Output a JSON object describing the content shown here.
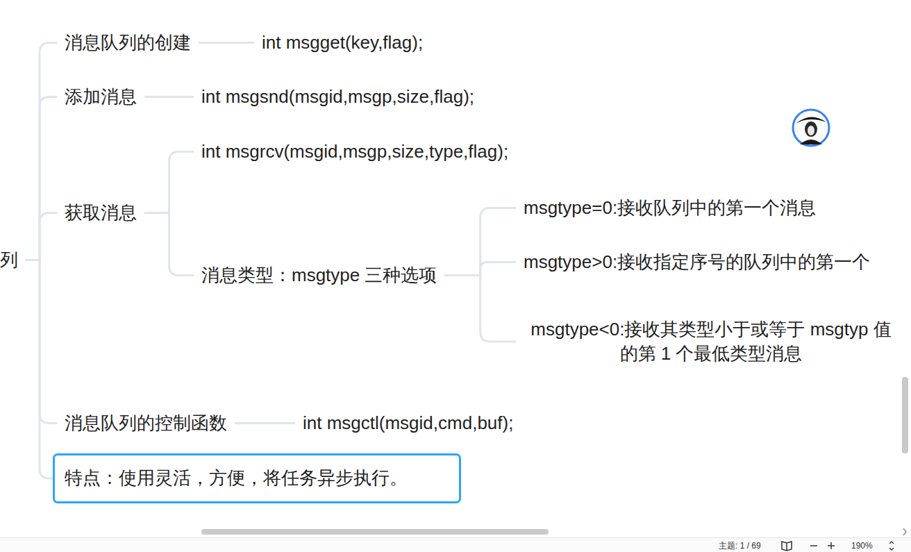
{
  "diagram": {
    "nodes": [
      {
        "text": [
          "列"
        ]
      },
      {
        "text": [
          "消息队列的创建"
        ]
      },
      {
        "text": [
          "int msgget(key,flag);"
        ]
      },
      {
        "text": [
          "添加消息"
        ]
      },
      {
        "text": [
          "int msgsnd(msgid,msgp,size,flag);"
        ]
      },
      {
        "text": [
          "获取消息"
        ]
      },
      {
        "text": [
          "int msgrcv(msgid,msgp,size,type,flag);"
        ]
      },
      {
        "text": [
          "消息类型：msgtype 三种选项"
        ]
      },
      {
        "text": [
          "msgtype=0:接收队列中的第一个消息"
        ]
      },
      {
        "text": [
          "msgtype>0:接收指定序号的队列中的第一个"
        ]
      },
      {
        "text": [
          "msgtype<0:接收其类型小于或等于 msgtyp 值的第 1 个最低类型消息"
        ]
      },
      {
        "text": [
          "消息队列的控制函数"
        ]
      },
      {
        "text": [
          "int msgctl(msgid,cmd,buf);"
        ]
      },
      {
        "text": [
          "特点：使用灵活，方便，将任务异步执行。"
        ]
      }
    ],
    "edges": [
      {
        "from": 0,
        "to": 1,
        "arrow": "none"
      },
      {
        "from": 1,
        "to": 2,
        "arrow": "none"
      },
      {
        "from": 0,
        "to": 3,
        "arrow": "none"
      },
      {
        "from": 3,
        "to": 4,
        "arrow": "none"
      },
      {
        "from": 0,
        "to": 5,
        "arrow": "none"
      },
      {
        "from": 5,
        "to": 6,
        "arrow": "none"
      },
      {
        "from": 5,
        "to": 7,
        "arrow": "none"
      },
      {
        "from": 7,
        "to": 8,
        "arrow": "none"
      },
      {
        "from": 7,
        "to": 9,
        "arrow": "none"
      },
      {
        "from": 7,
        "to": 10,
        "arrow": "none"
      },
      {
        "from": 0,
        "to": 11,
        "arrow": "none"
      },
      {
        "from": 11,
        "to": 12,
        "arrow": "none"
      },
      {
        "from": 0,
        "to": 13,
        "arrow": "none"
      }
    ],
    "labels": [
      "主题: 1 / 69",
      "190%"
    ]
  }
}
